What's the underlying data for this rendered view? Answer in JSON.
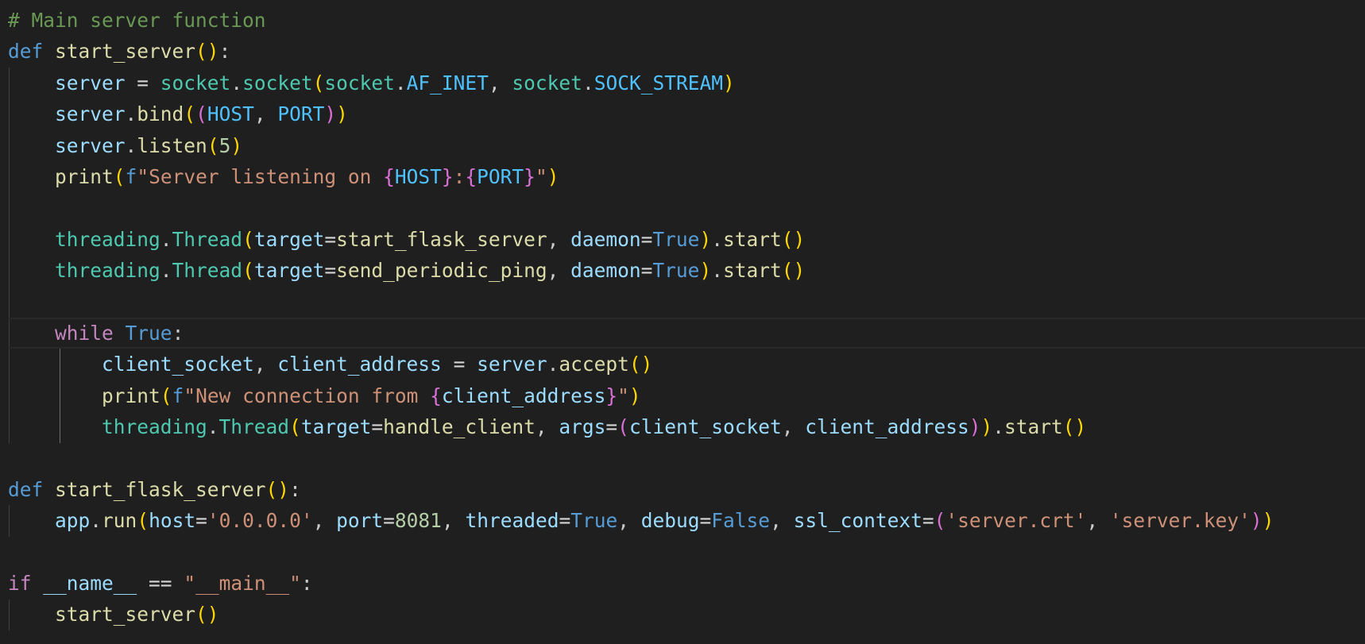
{
  "editor": {
    "language": "python",
    "theme_colors": {
      "background": "#1f1f1f",
      "comment": "#6a9955",
      "keyword": "#569cd6",
      "control": "#c586c0",
      "function": "#dcdcaa",
      "variable": "#9cdcfe",
      "constant": "#4fc1ff",
      "class": "#4ec9b0",
      "string": "#ce9178",
      "number": "#b5cea8",
      "bracket_level_1": "#ffd700",
      "bracket_level_2": "#da70d6",
      "bracket_level_3": "#179fff"
    },
    "current_line": 10,
    "lines": [
      [
        [
          "# Main server function",
          "comment"
        ]
      ],
      [
        [
          "def",
          "keyword"
        ],
        [
          " ",
          "punct"
        ],
        [
          "start_server",
          "function"
        ],
        [
          "()",
          "brace1"
        ],
        [
          ":",
          "punct"
        ]
      ],
      [
        [
          "    ",
          "punct"
        ],
        [
          "server",
          "variable"
        ],
        [
          " = ",
          "op"
        ],
        [
          "socket",
          "class"
        ],
        [
          ".",
          "punct"
        ],
        [
          "socket",
          "class"
        ],
        [
          "(",
          "brace1"
        ],
        [
          "socket",
          "class"
        ],
        [
          ".",
          "punct"
        ],
        [
          "AF_INET",
          "constant"
        ],
        [
          ", ",
          "punct"
        ],
        [
          "socket",
          "class"
        ],
        [
          ".",
          "punct"
        ],
        [
          "SOCK_STREAM",
          "constant"
        ],
        [
          ")",
          "brace1"
        ]
      ],
      [
        [
          "    ",
          "punct"
        ],
        [
          "server",
          "variable"
        ],
        [
          ".",
          "punct"
        ],
        [
          "bind",
          "function"
        ],
        [
          "(",
          "brace1"
        ],
        [
          "(",
          "brace2"
        ],
        [
          "HOST",
          "constant"
        ],
        [
          ", ",
          "punct"
        ],
        [
          "PORT",
          "constant"
        ],
        [
          ")",
          "brace2"
        ],
        [
          ")",
          "brace1"
        ]
      ],
      [
        [
          "    ",
          "punct"
        ],
        [
          "server",
          "variable"
        ],
        [
          ".",
          "punct"
        ],
        [
          "listen",
          "function"
        ],
        [
          "(",
          "brace1"
        ],
        [
          "5",
          "number"
        ],
        [
          ")",
          "brace1"
        ]
      ],
      [
        [
          "    ",
          "punct"
        ],
        [
          "print",
          "function"
        ],
        [
          "(",
          "brace1"
        ],
        [
          "f",
          "fstr"
        ],
        [
          "\"Server listening on ",
          "string"
        ],
        [
          "{",
          "brace2"
        ],
        [
          "HOST",
          "constant"
        ],
        [
          "}",
          "brace2"
        ],
        [
          ":",
          "string"
        ],
        [
          "{",
          "brace2"
        ],
        [
          "PORT",
          "constant"
        ],
        [
          "}",
          "brace2"
        ],
        [
          "\"",
          "string"
        ],
        [
          ")",
          "brace1"
        ]
      ],
      [],
      [
        [
          "    ",
          "punct"
        ],
        [
          "threading",
          "class"
        ],
        [
          ".",
          "punct"
        ],
        [
          "Thread",
          "class"
        ],
        [
          "(",
          "brace1"
        ],
        [
          "target",
          "variable"
        ],
        [
          "=",
          "op"
        ],
        [
          "start_flask_server",
          "function"
        ],
        [
          ", ",
          "punct"
        ],
        [
          "daemon",
          "variable"
        ],
        [
          "=",
          "op"
        ],
        [
          "True",
          "keyword"
        ],
        [
          ")",
          "brace1"
        ],
        [
          ".",
          "punct"
        ],
        [
          "start",
          "function"
        ],
        [
          "()",
          "brace1"
        ]
      ],
      [
        [
          "    ",
          "punct"
        ],
        [
          "threading",
          "class"
        ],
        [
          ".",
          "punct"
        ],
        [
          "Thread",
          "class"
        ],
        [
          "(",
          "brace1"
        ],
        [
          "target",
          "variable"
        ],
        [
          "=",
          "op"
        ],
        [
          "send_periodic_ping",
          "function"
        ],
        [
          ", ",
          "punct"
        ],
        [
          "daemon",
          "variable"
        ],
        [
          "=",
          "op"
        ],
        [
          "True",
          "keyword"
        ],
        [
          ")",
          "brace1"
        ],
        [
          ".",
          "punct"
        ],
        [
          "start",
          "function"
        ],
        [
          "()",
          "brace1"
        ]
      ],
      [],
      [
        [
          "    ",
          "punct"
        ],
        [
          "while",
          "control"
        ],
        [
          " ",
          "punct"
        ],
        [
          "True",
          "keyword"
        ],
        [
          ":",
          "punct"
        ]
      ],
      [
        [
          "        ",
          "punct"
        ],
        [
          "client_socket",
          "variable"
        ],
        [
          ", ",
          "punct"
        ],
        [
          "client_address",
          "variable"
        ],
        [
          " = ",
          "op"
        ],
        [
          "server",
          "variable"
        ],
        [
          ".",
          "punct"
        ],
        [
          "accept",
          "function"
        ],
        [
          "()",
          "brace1"
        ]
      ],
      [
        [
          "        ",
          "punct"
        ],
        [
          "print",
          "function"
        ],
        [
          "(",
          "brace1"
        ],
        [
          "f",
          "fstr"
        ],
        [
          "\"New connection from ",
          "string"
        ],
        [
          "{",
          "brace2"
        ],
        [
          "client_address",
          "variable"
        ],
        [
          "}",
          "brace2"
        ],
        [
          "\"",
          "string"
        ],
        [
          ")",
          "brace1"
        ]
      ],
      [
        [
          "        ",
          "punct"
        ],
        [
          "threading",
          "class"
        ],
        [
          ".",
          "punct"
        ],
        [
          "Thread",
          "class"
        ],
        [
          "(",
          "brace1"
        ],
        [
          "target",
          "variable"
        ],
        [
          "=",
          "op"
        ],
        [
          "handle_client",
          "function"
        ],
        [
          ", ",
          "punct"
        ],
        [
          "args",
          "variable"
        ],
        [
          "=",
          "op"
        ],
        [
          "(",
          "brace2"
        ],
        [
          "client_socket",
          "variable"
        ],
        [
          ", ",
          "punct"
        ],
        [
          "client_address",
          "variable"
        ],
        [
          ")",
          "brace2"
        ],
        [
          ")",
          "brace1"
        ],
        [
          ".",
          "punct"
        ],
        [
          "start",
          "function"
        ],
        [
          "()",
          "brace1"
        ]
      ],
      [],
      [
        [
          "def",
          "keyword"
        ],
        [
          " ",
          "punct"
        ],
        [
          "start_flask_server",
          "function"
        ],
        [
          "()",
          "brace1"
        ],
        [
          ":",
          "punct"
        ]
      ],
      [
        [
          "    ",
          "punct"
        ],
        [
          "app",
          "variable"
        ],
        [
          ".",
          "punct"
        ],
        [
          "run",
          "function"
        ],
        [
          "(",
          "brace1"
        ],
        [
          "host",
          "variable"
        ],
        [
          "=",
          "op"
        ],
        [
          "'0.0.0.0'",
          "string"
        ],
        [
          ", ",
          "punct"
        ],
        [
          "port",
          "variable"
        ],
        [
          "=",
          "op"
        ],
        [
          "8081",
          "number"
        ],
        [
          ", ",
          "punct"
        ],
        [
          "threaded",
          "variable"
        ],
        [
          "=",
          "op"
        ],
        [
          "True",
          "keyword"
        ],
        [
          ", ",
          "punct"
        ],
        [
          "debug",
          "variable"
        ],
        [
          "=",
          "op"
        ],
        [
          "False",
          "keyword"
        ],
        [
          ", ",
          "punct"
        ],
        [
          "ssl_context",
          "variable"
        ],
        [
          "=",
          "op"
        ],
        [
          "(",
          "brace2"
        ],
        [
          "'server.crt'",
          "string"
        ],
        [
          ", ",
          "punct"
        ],
        [
          "'server.key'",
          "string"
        ],
        [
          ")",
          "brace2"
        ],
        [
          ")",
          "brace1"
        ]
      ],
      [],
      [
        [
          "if",
          "control"
        ],
        [
          " ",
          "punct"
        ],
        [
          "__name__",
          "variable"
        ],
        [
          " == ",
          "op"
        ],
        [
          "\"__main__\"",
          "string"
        ],
        [
          ":",
          "punct"
        ]
      ],
      [
        [
          "    ",
          "punct"
        ],
        [
          "start_server",
          "function"
        ],
        [
          "()",
          "brace1"
        ]
      ]
    ]
  }
}
